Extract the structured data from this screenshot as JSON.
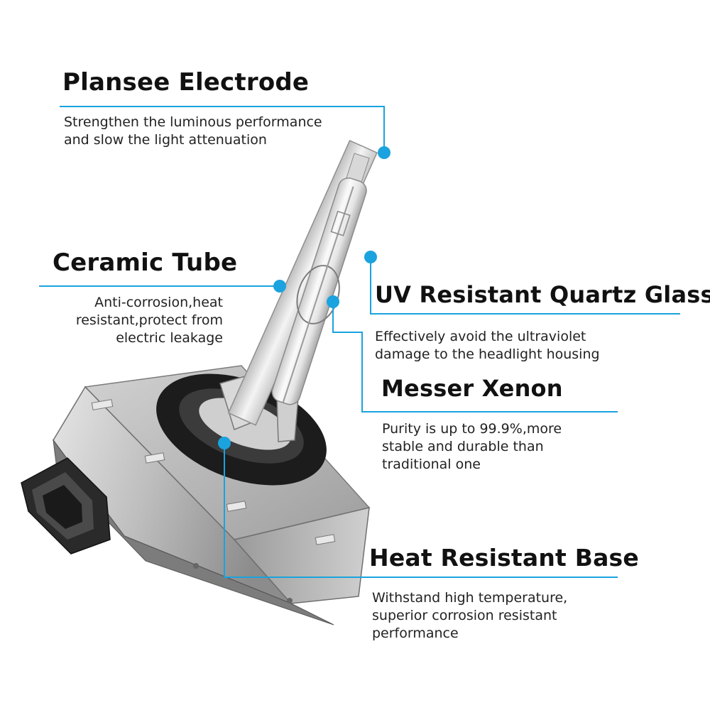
{
  "accent_color": "#1aa3de",
  "callouts": {
    "electrode": {
      "title": "Plansee Electrode",
      "lines": [
        "Strengthen the luminous performance",
        "and slow the light attenuation"
      ]
    },
    "ceramic": {
      "title": "Ceramic Tube",
      "lines": [
        "Anti-corrosion,heat",
        "resistant,protect from",
        "electric leakage"
      ]
    },
    "quartz": {
      "title": "UV Resistant Quartz Glass",
      "lines": [
        "Effectively avoid the ultraviolet",
        "damage to the headlight housing"
      ]
    },
    "xenon": {
      "title": "Messer Xenon",
      "lines": [
        "Purity is up to 99.9%,more",
        "stable and durable than",
        "traditional one"
      ]
    },
    "base": {
      "title": "Heat Resistant Base",
      "lines": [
        "Withstand high temperature,",
        "superior corrosion resistant",
        "performance"
      ]
    }
  }
}
